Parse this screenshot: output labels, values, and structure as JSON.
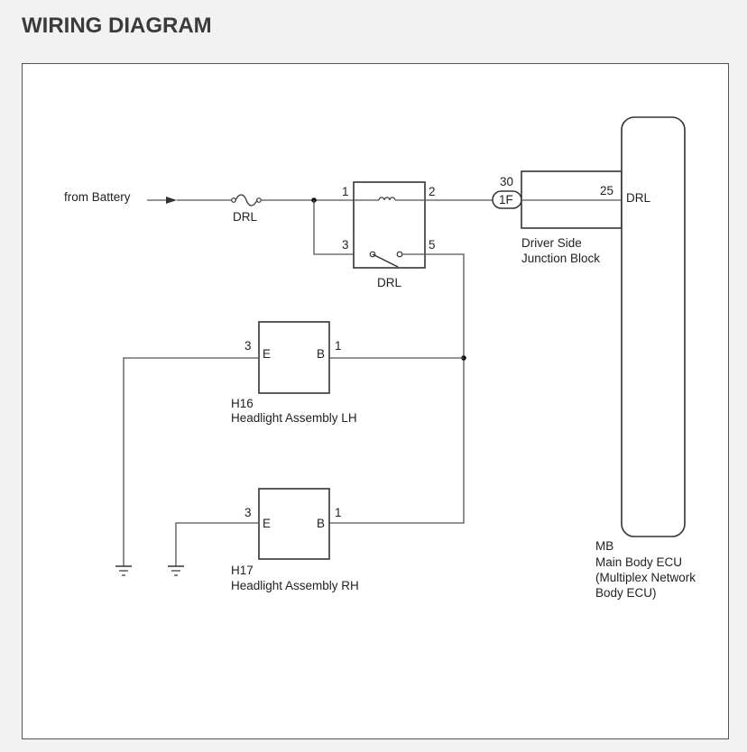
{
  "header": {
    "title": "WIRING DIAGRAM"
  },
  "source_label": "from Battery",
  "fuse": {
    "label": "DRL"
  },
  "relay": {
    "label": "DRL",
    "pins": {
      "coil_in": "1",
      "coil_out": "2",
      "switch_in": "3",
      "switch_out": "5"
    }
  },
  "junction_block": {
    "connector": "1F",
    "pin": "30",
    "name_line1": "Driver Side",
    "name_line2": "Junction Block"
  },
  "ecu": {
    "code": "MB",
    "pin": "25",
    "terminal": "DRL",
    "name_line1": "Main Body ECU",
    "name_line2": "(Multiplex Network",
    "name_line3": "Body ECU)"
  },
  "headlight_lh": {
    "code": "H16",
    "name": "Headlight Assembly LH",
    "pin_e": "3",
    "pin_b": "1",
    "terminal_e": "E",
    "terminal_b": "B"
  },
  "headlight_rh": {
    "code": "H17",
    "name": "Headlight Assembly RH",
    "pin_e": "3",
    "pin_b": "1",
    "terminal_e": "E",
    "terminal_b": "B"
  },
  "colors": {
    "wire": "#555555",
    "title": "#3b3b3b",
    "background": "#f2f2f2"
  }
}
